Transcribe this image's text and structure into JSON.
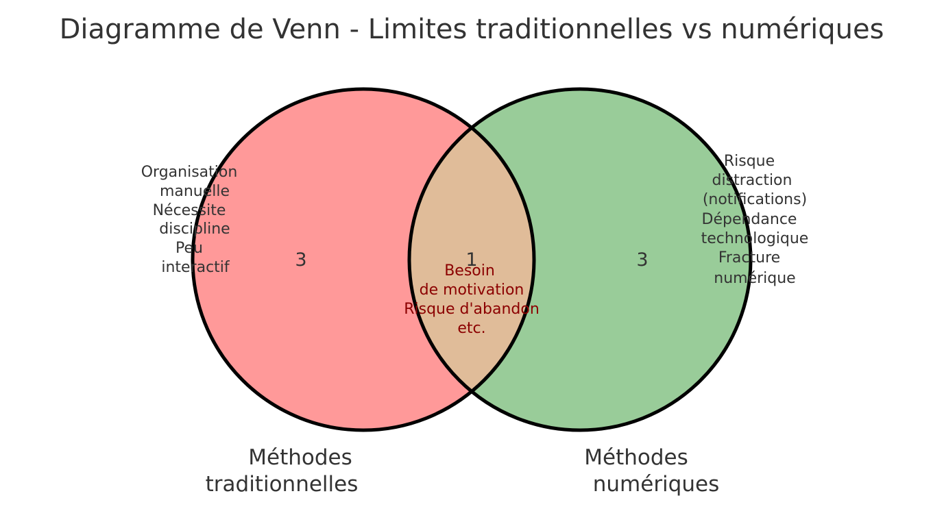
{
  "title": "Diagramme de Venn - Limites traditionnelles vs numériques",
  "sets": [
    {
      "label_lines": [
        "Méthodes",
        "traditionnelles"
      ],
      "color": "#ff9999",
      "count": "3",
      "items": [
        "Organisation",
        "manuelle",
        "Nécessite",
        "discipline",
        "Peu",
        "interactif"
      ]
    },
    {
      "label_lines": [
        "Méthodes",
        "numériques"
      ],
      "color": "#99cc99",
      "count": "3",
      "items": [
        "Risque",
        "distraction",
        "(notifications)",
        "Dépendance",
        "technologique",
        "Fracture",
        "numérique"
      ]
    }
  ],
  "intersection": {
    "color": "#e0bc99",
    "count": "1",
    "items": [
      "Besoin",
      "de motivation",
      "Risque d'abandon",
      "etc."
    ],
    "text_color": "#8b0000"
  },
  "outline_color": "#000000"
}
